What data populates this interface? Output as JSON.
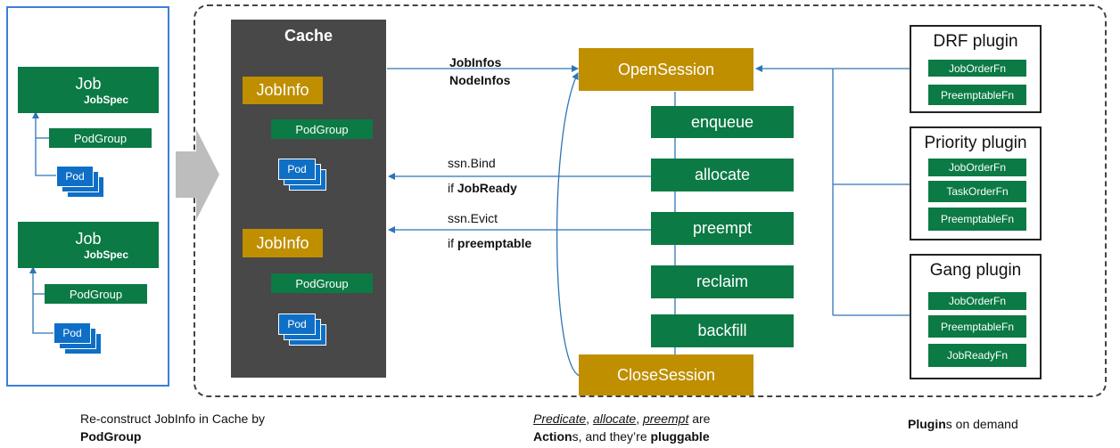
{
  "colors": {
    "green": "#0b7a45",
    "gold": "#bf8f00",
    "pod_blue": "#0f6fc6",
    "cache_bg": "#484848",
    "arrow_blue": "#2e75b6"
  },
  "left_panel": {
    "jobs": [
      {
        "job": "Job",
        "spec": "JobSpec",
        "podgroup": "PodGroup",
        "pod": "Pod"
      },
      {
        "job": "Job",
        "spec": "JobSpec",
        "podgroup": "PodGroup",
        "pod": "Pod"
      }
    ]
  },
  "cache": {
    "title": "Cache",
    "jobinfos": [
      {
        "label": "JobInfo",
        "podgroup": "PodGroup",
        "pod": "Pod"
      },
      {
        "label": "JobInfo",
        "podgroup": "PodGroup",
        "pod": "Pod"
      }
    ]
  },
  "edges": {
    "open": {
      "line1": "JobInfos",
      "line2": "NodeInfos"
    },
    "bind": {
      "line1": "ssn.Bind",
      "prefix": "if ",
      "bold": "JobReady"
    },
    "evict": {
      "line1": "ssn.Evict",
      "prefix": "if ",
      "bold": "preemptable"
    }
  },
  "session": {
    "open": "OpenSession",
    "close": "CloseSession",
    "actions": [
      "enqueue",
      "allocate",
      "preempt",
      "reclaim",
      "backfill"
    ]
  },
  "plugins": [
    {
      "title": "DRF plugin",
      "fns": [
        "JobOrderFn",
        "PreemptableFn"
      ]
    },
    {
      "title": "Priority plugin",
      "fns": [
        "JobOrderFn",
        "TaskOrderFn",
        "PreemptableFn"
      ]
    },
    {
      "title": "Gang plugin",
      "fns": [
        "JobOrderFn",
        "PreemptableFn",
        "JobReadyFn"
      ]
    }
  ],
  "captions": {
    "left": {
      "line1": "Re-construct JobInfo in Cache by",
      "line2": "PodGroup"
    },
    "middle": {
      "w1": "Predicate",
      "c1": ", ",
      "w2": "allocate",
      "c2": ", ",
      "w3": "preempt",
      "c3": " are",
      "b1": "Action",
      "t1": "s, and they’re ",
      "b2": "pluggable"
    },
    "right": {
      "bold": "Plugin",
      "rest": "s on demand"
    }
  }
}
